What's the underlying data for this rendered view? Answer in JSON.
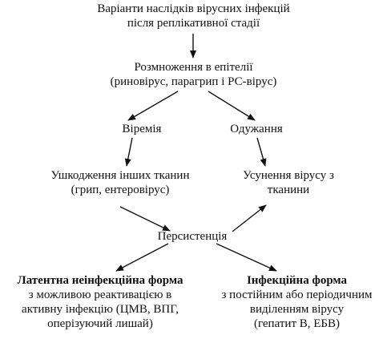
{
  "nodes": {
    "top": [
      "Варіанти наслідків вірусних інфекцій",
      "після реплікативної стадії"
    ],
    "epithelium": [
      "Розмноження в епітелії",
      "(риновірус, парагрип і РС-вірус)"
    ],
    "death": [
      "Віремія"
    ],
    "recovery": [
      "Одужання"
    ],
    "damage": [
      "Ушкодження інших тканин",
      "(грип, ентеровірус)"
    ],
    "clearance": [
      "Усунення вірусу з",
      "тканини"
    ],
    "persistence": [
      "Персистенція"
    ],
    "latent": {
      "title": "Латентна неінфекційна форма",
      "lines": [
        "з можливою реактивацією в",
        "активну інфекцію (ЦМВ, ВПГ,",
        "оперізуючий лишай)"
      ]
    },
    "infectious": {
      "title": "Інфекційна форма",
      "lines": [
        "з постійним або періодичним",
        "виділенням вірусу",
        "(гепатит В, ЕБВ)"
      ]
    }
  },
  "colors": {
    "ink": "#111111",
    "background": "#ffffff"
  }
}
